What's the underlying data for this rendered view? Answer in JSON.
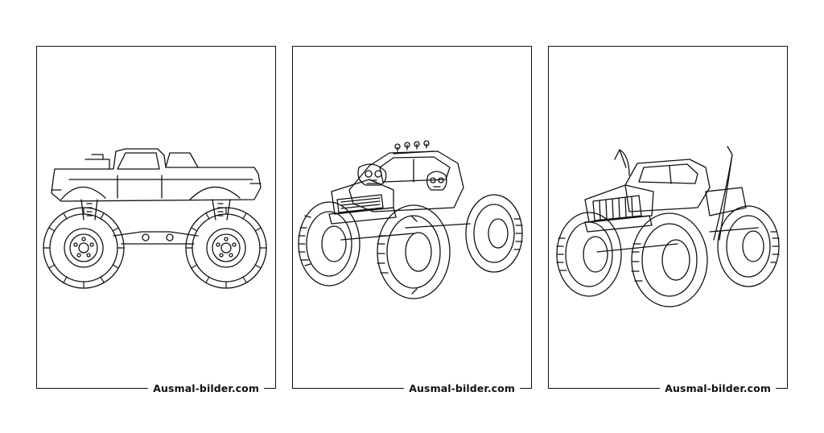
{
  "pages": [
    {
      "watermark": "Ausmal-bilder.com",
      "truck_view": "side",
      "icon": "monster-truck-side-icon"
    },
    {
      "watermark": "Ausmal-bilder.com",
      "truck_view": "front-three-quarter",
      "icon": "monster-truck-skull-icon"
    },
    {
      "watermark": "Ausmal-bilder.com",
      "truck_view": "front-three-quarter",
      "icon": "monster-truck-exhaust-icon"
    }
  ],
  "colors": {
    "line": "#111111",
    "background": "#ffffff"
  }
}
